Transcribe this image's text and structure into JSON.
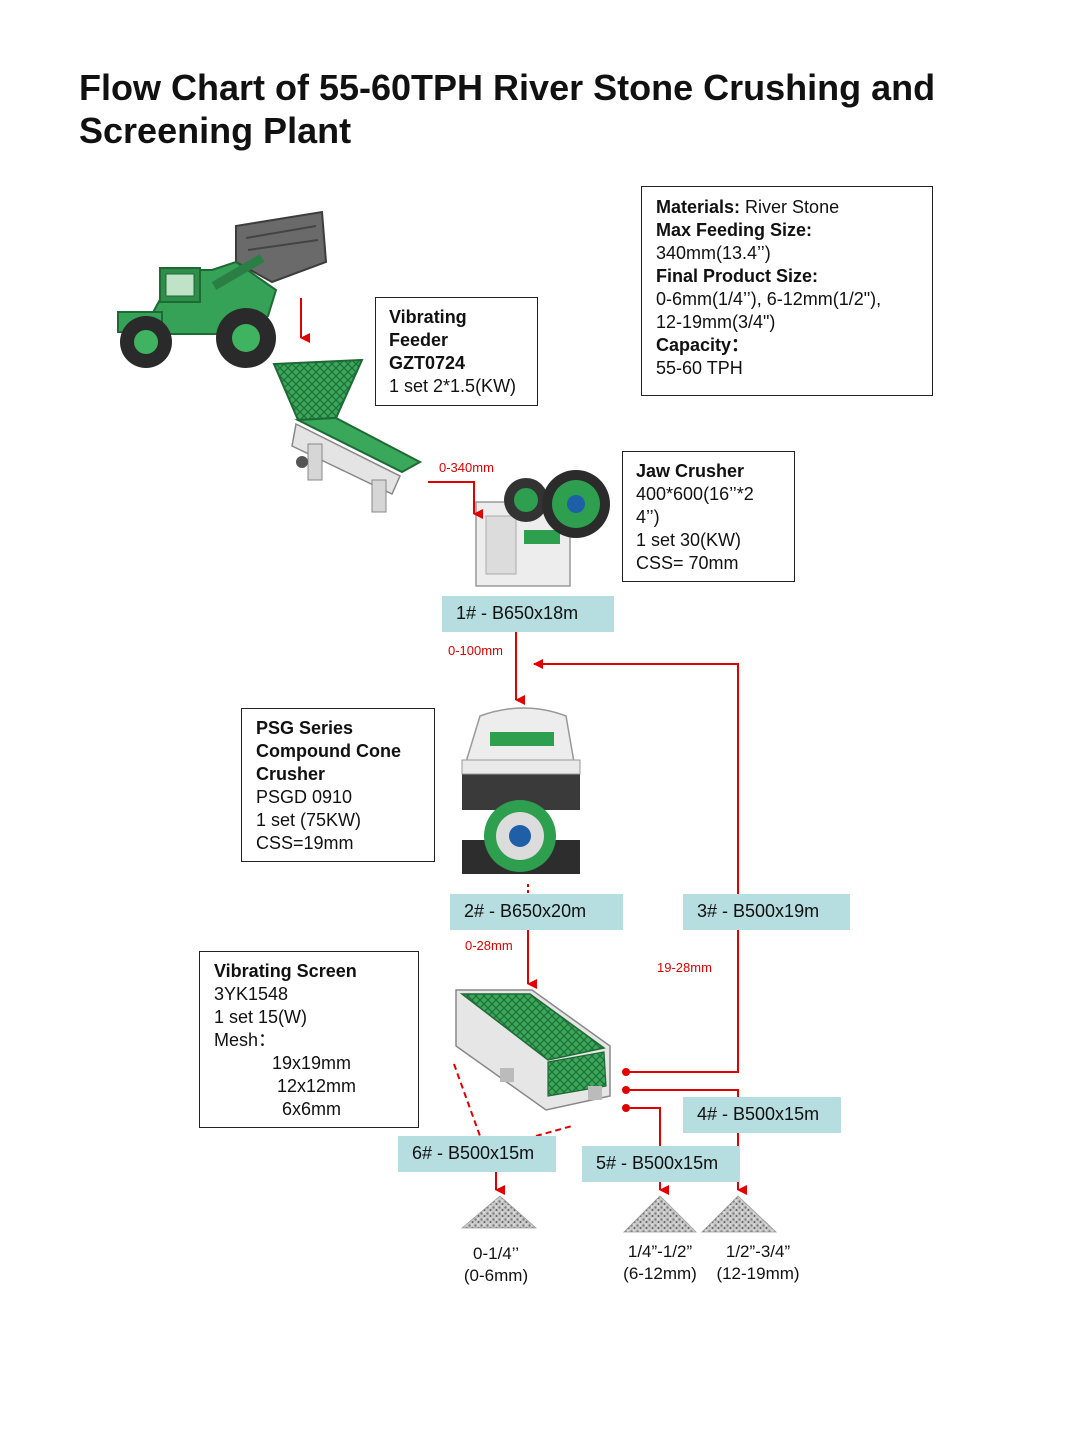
{
  "title": "Flow Chart of 55-60TPH River Stone Crushing and Screening Plant",
  "info": {
    "materials_label": "Materials:",
    "materials_value": " River Stone",
    "max_feed_label": "Max Feeding Size:",
    "max_feed_value": "340mm(13.4’’)",
    "final_size_label": "Final Product Size:",
    "final_size_value_1": "0-6mm(1/4’’), 6-12mm(1/2\"),",
    "final_size_value_2": "12-19mm(3/4\")",
    "capacity_label": "Capacity：",
    "capacity_value": "55-60 TPH"
  },
  "feeder": {
    "name_1": "Vibrating",
    "name_2": "Feeder",
    "model": "GZT0724",
    "spec": "1 set 2*1.5(KW)"
  },
  "jaw": {
    "name": "Jaw Crusher",
    "size_1": "400*600(16’’*2",
    "size_2": "4’’)",
    "spec": "1 set 30(KW)",
    "css": "CSS= 70mm"
  },
  "cone": {
    "name_1": "PSG Series",
    "name_2": "Compound Cone",
    "name_3": "Crusher",
    "model": "PSGD 0910",
    "spec": "1 set  (75KW)",
    "css": "CSS=19mm"
  },
  "screen": {
    "name": "Vibrating Screen",
    "model": "3YK1548",
    "spec": "1 set  15(W)",
    "mesh_label": "Mesh：",
    "mesh_1": "19x19mm",
    "mesh_2": "12x12mm",
    "mesh_3": "6x6mm"
  },
  "belts": {
    "b1": "1# - B650x18m",
    "b2": "2# - B650x20m",
    "b3": "3# - B500x19m",
    "b4": "4# - B500x15m",
    "b5": "5# - B500x15m",
    "b6": "6# - B500x15m"
  },
  "flows": {
    "f1": "0-340mm",
    "f2": "0-100mm",
    "f3": "0-28mm",
    "f4": "19-28mm"
  },
  "products": {
    "p1_line1": "0-1/4’’",
    "p1_line2": "(0-6mm)",
    "p2_line1": "1/4”-1/2”",
    "p2_line2": "(6-12mm)",
    "p3_line1": "1/2”-3/4”",
    "p3_line2": "(12-19mm)"
  },
  "colors": {
    "arrow": "#e00000",
    "belt_fill": "#b6dde0",
    "machine_green": "#2e9e4f"
  },
  "icons": [
    "wheel-loader-icon",
    "vibrating-feeder-icon",
    "jaw-crusher-icon",
    "cone-crusher-icon",
    "vibrating-screen-icon",
    "stone-pile-icon"
  ]
}
